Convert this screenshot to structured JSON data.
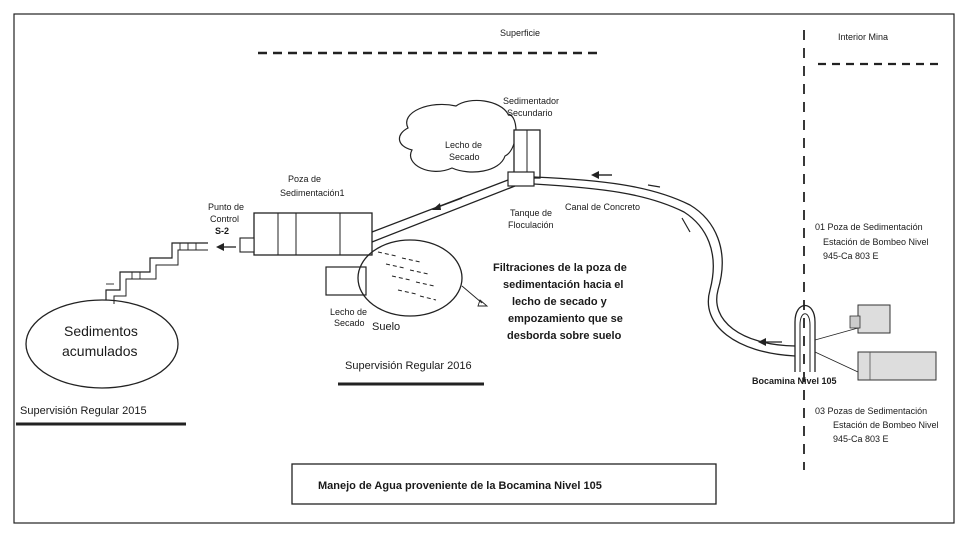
{
  "labels": {
    "superficie": "Superficie",
    "interior_mina": "Interior Mina",
    "sedimentador_secundario_1": "Sedimentador",
    "sedimentador_secundario_2": "Secundario",
    "lecho_secado_top_1": "Lecho de",
    "lecho_secado_top_2": "Secado",
    "poza_sedimentacion_1": "Poza de",
    "poza_sedimentacion_2": "Sedimentación1",
    "punto_control_1": "Punto de",
    "punto_control_2": "Control",
    "punto_control_3": "S-2",
    "tanque_floculacion_1": "Tanque de",
    "tanque_floculacion_2": "Floculación",
    "canal_concreto": "Canal de Concreto",
    "filtraciones_1": "Filtraciones de la poza de",
    "filtraciones_2": "sedimentación hacia el",
    "filtraciones_3": "lecho de secado y",
    "filtraciones_4": "empozamiento que  se",
    "filtraciones_5": "desborda sobre suelo",
    "lecho_secado_bottom_1": "Lecho de",
    "lecho_secado_bottom_2": "Secado",
    "suelo": "Suelo",
    "sedimentos_1": "Sedimentos",
    "sedimentos_2": "acumulados",
    "supervision_2016": "Supervisión Regular 2016",
    "supervision_2015": "Supervisión Regular 2015",
    "estacion01_1": "01  Poza de Sedimentación",
    "estacion01_2": "Estación de Bombeo  Nivel",
    "estacion01_3": "945-Ca 803 E",
    "bocamina": "Bocamina Nivel 105",
    "estacion03_1": "03  Pozas de Sedimentación",
    "estacion03_2": "Estación de Bombeo Nivel",
    "estacion03_3": "945-Ca 803 E",
    "caption": "Manejo de Agua proveniente de la Bocamina Nivel 105"
  }
}
